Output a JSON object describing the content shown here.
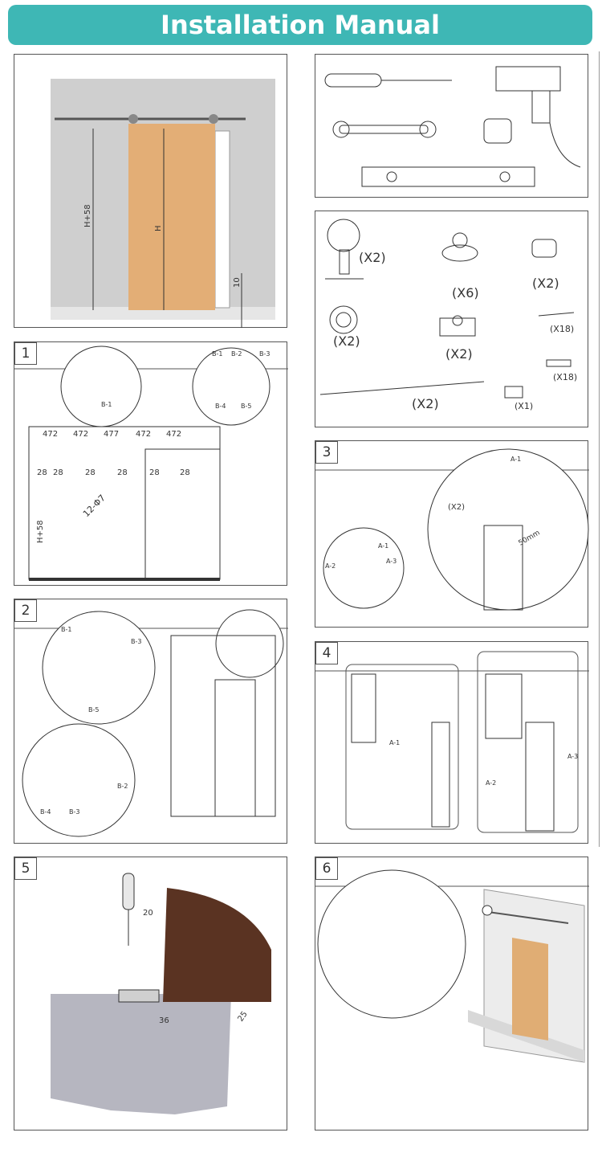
{
  "header": {
    "title": "Installation Manual"
  },
  "overview": {
    "height_label": "H+58",
    "door_height_label": "H",
    "floor_gap": "10"
  },
  "parts": {
    "qty_stopper": "(X2)",
    "qty_bracket": "(X6)",
    "qty_joint": "(X2)",
    "qty_guide": "(X2)",
    "qty_plate": "(X2)",
    "qty_screw": "(X18)",
    "qty_anchor": "(X18)",
    "qty_rail": "(X2)",
    "qty_spacer": "(X1)"
  },
  "step1": {
    "number": "1",
    "spacing": [
      "472",
      "472",
      "477",
      "472",
      "472"
    ],
    "offsets": [
      "28",
      "28",
      "28",
      "28",
      "28",
      "28"
    ],
    "hole_label": "12-Φ7",
    "height_label": "H+58",
    "part_labels": [
      "B-1",
      "B-2",
      "B-3",
      "B-4",
      "B-5"
    ],
    "detail_label": "B-1"
  },
  "step2": {
    "number": "2",
    "labels": [
      "B-1",
      "B-3",
      "B-5",
      "B-2",
      "B-4",
      "B-3"
    ]
  },
  "step3": {
    "number": "3",
    "qty": "(X2)",
    "distance": "50mm",
    "labels": [
      "A-1",
      "A-1",
      "A-2",
      "A-3"
    ]
  },
  "step4": {
    "number": "4",
    "labels": [
      "A-1",
      "A-2",
      "A-3"
    ]
  },
  "step5": {
    "number": "5",
    "dims": [
      "20",
      "36",
      "25"
    ]
  },
  "step6": {
    "number": "6"
  },
  "colors": {
    "banner": "#3eb7b5",
    "door": "#e0ad74",
    "wall": "#c8c8c8",
    "wood_dark": "#5a3322"
  }
}
